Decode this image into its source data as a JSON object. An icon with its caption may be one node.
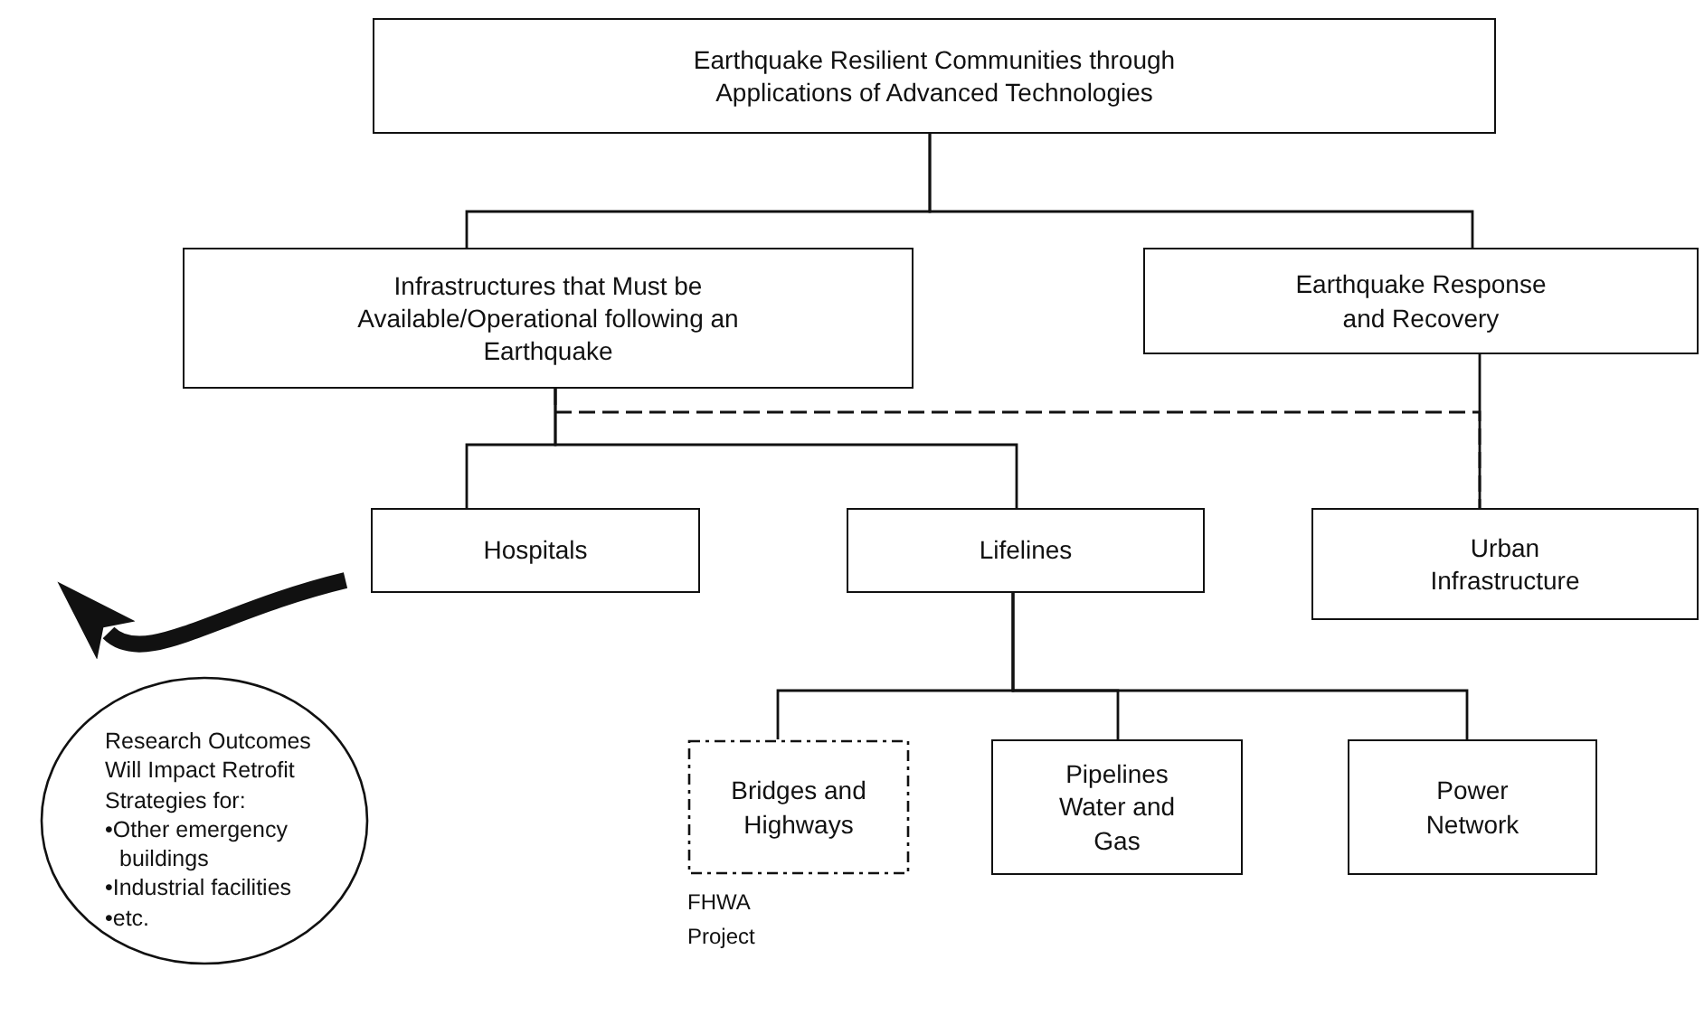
{
  "diagram": {
    "nodes": [
      {
        "text": [
          "Earthquake Resilient Communities through Applications of Advanced Technologies"
        ]
      },
      {
        "text": [
          "Infrastructures that Must be Available/Operational following an Earthquake"
        ]
      },
      {
        "text": [
          "Earthquake Response and Recovery"
        ]
      },
      {
        "text": [
          "Hospitals"
        ]
      },
      {
        "text": [
          "Lifelines"
        ]
      },
      {
        "text": [
          "Urban Infrastructure"
        ]
      },
      {
        "text": [
          "Bridges and Highways"
        ],
        "beside": [
          "FHWA Project"
        ]
      },
      {
        "text": [
          "Pipelines Water and Gas"
        ]
      },
      {
        "text": [
          "Power Network"
        ]
      },
      {
        "text": [
          "Research Outcomes Will Impact Retrofit Strategies for:",
          "•Other emergency buildings",
          "•Industrial facilities",
          "•etc."
        ]
      }
    ],
    "edges": [
      {
        "from": 0,
        "to": 1,
        "arrow": "none"
      },
      {
        "from": 0,
        "to": 2,
        "arrow": "none"
      },
      {
        "from": 1,
        "to": 3,
        "arrow": "none"
      },
      {
        "from": 1,
        "to": 4,
        "arrow": "none"
      },
      {
        "from": 1,
        "to": 5,
        "arrow": "none",
        "style": "dashed"
      },
      {
        "from": 2,
        "to": 5,
        "arrow": "none"
      },
      {
        "from": 4,
        "to": 6,
        "arrow": "none"
      },
      {
        "from": 4,
        "to": 7,
        "arrow": "none"
      },
      {
        "from": 4,
        "to": 8,
        "arrow": "none"
      },
      {
        "from": 3,
        "to": 9,
        "arrow": "to",
        "style": "thick"
      }
    ]
  }
}
